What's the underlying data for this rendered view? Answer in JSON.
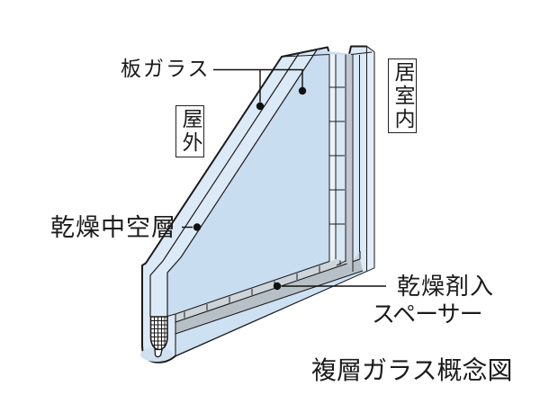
{
  "diagram": {
    "caption": "複層ガラス概念図",
    "labels": {
      "plate_glass": "板ガラス",
      "outdoor": "屋外",
      "indoor": "居室内",
      "dry_air_layer": "乾燥中空層",
      "desiccant_spacer_line1": "乾燥剤入",
      "desiccant_spacer_line2": "スペーサー"
    },
    "colors": {
      "background": "#ffffff",
      "glass_edge": "#dceaf7",
      "glass_face": "#c9ddf1",
      "glass_below_spacer": "#cde1f3",
      "glass_right_band": "#e2edf9",
      "spacer_gray": "#b8c0c7",
      "spacer_top_gray": "#cdd5db",
      "spacer_inner_white": "#edf3f8",
      "spacer_mid_light": "#d9e7f5",
      "spacer_vertical_gray": "#bfc7cd",
      "sealant_blue": "#cfe0f1",
      "desiccant_white": "#fdfdfd",
      "outline": "#1b1b1b"
    }
  }
}
